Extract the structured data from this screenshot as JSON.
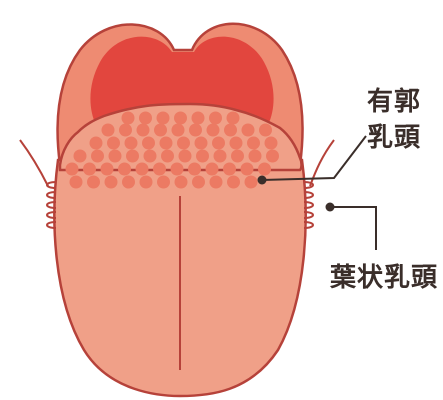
{
  "labels": {
    "circumvallate_line1": "有郭",
    "circumvallate_line2": "乳頭",
    "foliate": "葉状乳頭"
  },
  "colors": {
    "outline": "#b6423a",
    "tongue_base": "#f0a088",
    "tongue_back": "#ee8b72",
    "throat": "#e2463e",
    "papilla": "#ec7a63",
    "leader": "#3a2e2a"
  }
}
